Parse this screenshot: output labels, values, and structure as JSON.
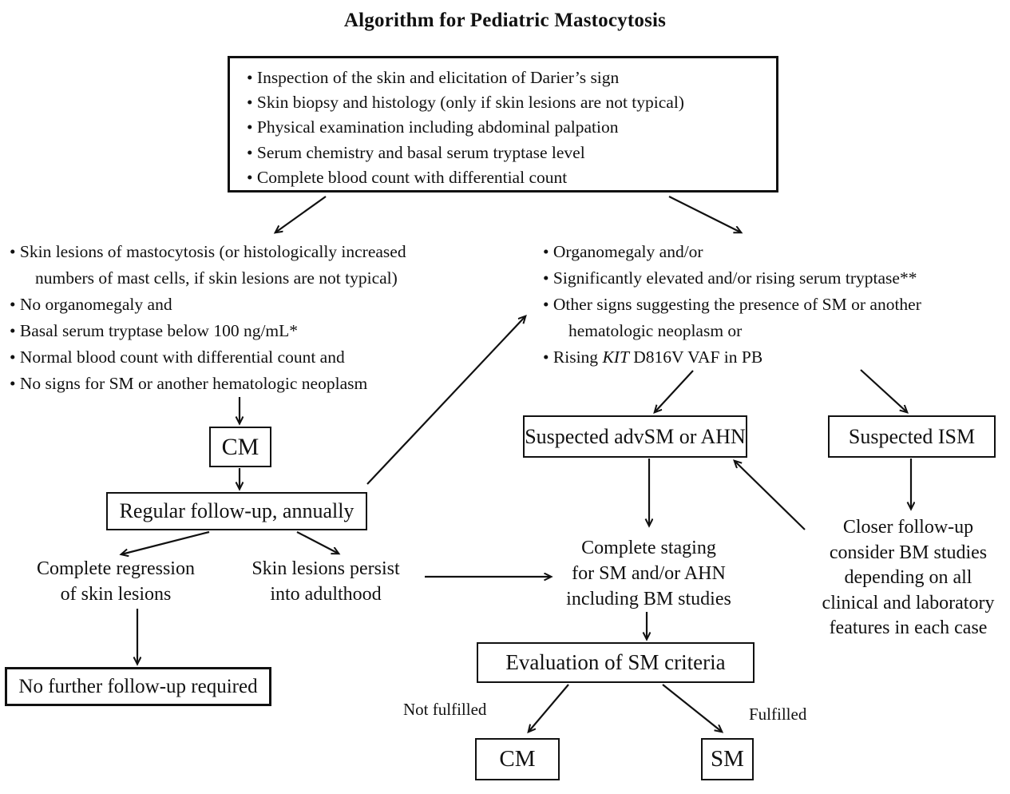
{
  "title": "Algorithm for Pediatric Mastocytosis",
  "workup_box": {
    "item1": "Inspection of the skin and elicitation of Darier’s sign",
    "item2": "Skin biopsy and histology (only if skin lesions are not typical)",
    "item3": "Physical examination including abdominal palpation",
    "item4": "Serum chemistry and basal serum tryptase level",
    "item5": "Complete blood count with differential count"
  },
  "left_criteria": {
    "item1_line1": "Skin lesions of mastocytosis (or histologically increased",
    "item1_line2": "numbers of mast cells, if skin lesions are not typical)",
    "item2": "No organomegaly and",
    "item3": "Basal serum tryptase below 100 ng/mL*",
    "item4": "Normal blood count with differential count  and",
    "item5": "No signs for SM or another hematologic neoplasm"
  },
  "right_criteria": {
    "item1": "Organomegaly and/or",
    "item2": "Significantly elevated and/or rising  serum tryptase**",
    "item3_line1": "Other signs suggesting the presence of SM or another",
    "item3_line2": "hematologic neoplasm or",
    "item4_pre": "Rising ",
    "item4_gene": "KIT",
    "item4_post": " D816V VAF in PB"
  },
  "nodes": {
    "cm": "CM",
    "regular_followup": "Regular follow-up, annually",
    "suspected_advsm": "Suspected advSM or AHN",
    "suspected_ism": "Suspected ISM",
    "no_further_followup": "No further follow-up required",
    "evaluation": "Evaluation of SM criteria",
    "cm_final": "CM",
    "sm_final": "SM"
  },
  "text_blocks": {
    "complete_regression": {
      "line1": "Complete regression",
      "line2": "of skin lesions"
    },
    "lesions_persist": {
      "line1": "Skin lesions persist",
      "line2": "into adulthood"
    },
    "complete_staging": {
      "line1": "Complete staging",
      "line2": "for SM  and/or AHN",
      "line3": "including BM studies"
    },
    "closer_followup": {
      "line1": "Closer follow-up",
      "line2": "consider BM studies",
      "line3": "depending on all",
      "line4": "clinical and laboratory",
      "line5": "features in each case"
    }
  },
  "edge_labels": {
    "not_fulfilled": "Not fulfilled",
    "fulfilled": "Fulfilled"
  },
  "colors": {
    "background": "#ffffff",
    "line": "#111111",
    "text": "#111111"
  }
}
